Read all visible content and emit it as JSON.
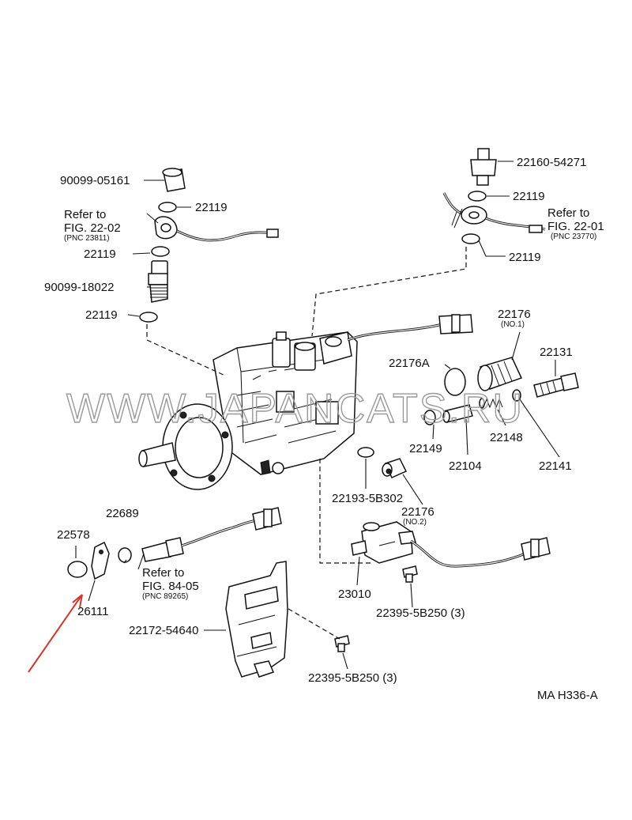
{
  "labels": {
    "p_90099_05161": "90099-05161",
    "p_22119_a": "22119",
    "refer_left_1": "Refer to",
    "refer_left_2": "FIG. 22-02",
    "refer_left_3": "(PNC 23811)",
    "p_22119_b": "22119",
    "p_90099_18022": "90099-18022",
    "p_22119_c": "22119",
    "p_22160_54271": "22160-54271",
    "p_22119_d": "22119",
    "refer_right_1": "Refer to",
    "refer_right_2": "FIG. 22-01",
    "refer_right_3": "(PNC 23770)",
    "p_22119_e": "22119",
    "p_22176_no1": "22176",
    "p_22176_no1_sub": "(NO.1)",
    "p_22131": "22131",
    "p_22176A": "22176A",
    "p_22149": "22149",
    "p_22104": "22104",
    "p_22148": "22148",
    "p_22141": "22141",
    "p_22193_5B302": "22193-5B302",
    "p_22176_no2": "22176",
    "p_22176_no2_sub": "(NO.2)",
    "p_22689": "22689",
    "p_22578": "22578",
    "refer_mid_1": "Refer to",
    "refer_mid_2": "FIG. 84-05",
    "refer_mid_3": "(PNC 89265)",
    "p_26111": "26111",
    "p_22172_54640": "22172-54640",
    "p_23010": "23010",
    "p_22395_5B250_a": "22395-5B250 (3)",
    "p_22395_5B250_b": "22395-5B250 (3)",
    "figure_code": "MA  H336-A"
  },
  "watermark": "WWW.JAPANCATS.RU",
  "colors": {
    "annotation_arrow": "#d9362b",
    "watermark": "#9a9a9a",
    "line": "#111111"
  }
}
